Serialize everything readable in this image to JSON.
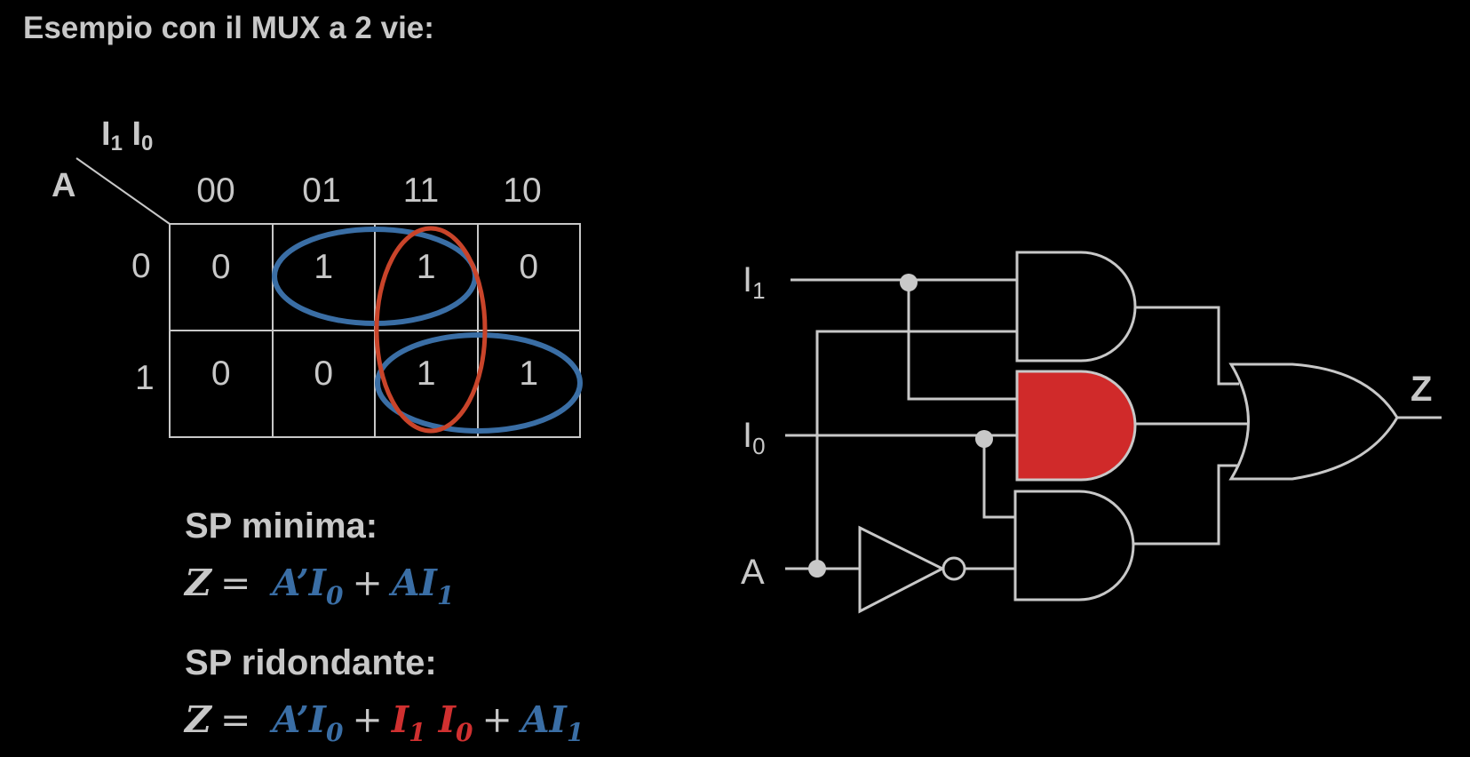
{
  "title": "Esempio con il MUX a 2 vie:",
  "kmap": {
    "col_var": {
      "a": "I",
      "a_sub": "1",
      "b": "I",
      "b_sub": "0"
    },
    "row_var": "A",
    "col_headers": [
      "00",
      "01",
      "11",
      "10"
    ],
    "row_headers": [
      "0",
      "1"
    ],
    "cells": [
      [
        "0",
        "1",
        "1",
        "0"
      ],
      [
        "0",
        "0",
        "1",
        "1"
      ]
    ],
    "groups": [
      {
        "name": "A'I0",
        "color": "#3a6ea5"
      },
      {
        "name": "AI1",
        "color": "#3a6ea5"
      },
      {
        "name": "I1I0",
        "color": "#c9442a"
      }
    ]
  },
  "equations": {
    "minimal_label": "SP minima:",
    "redundant_label": "SP ridondante:",
    "lhs": "Z",
    "eq_sign": "=",
    "plus": "+",
    "term1": "A’I",
    "term1_sub": "0",
    "term2": "AI",
    "term2_sub": "1",
    "term3a": "I",
    "term3a_sub": "1",
    "term3b": "I",
    "term3b_sub": "0"
  },
  "circuit": {
    "input_i1": {
      "name": "I",
      "sub": "1"
    },
    "input_i0": {
      "name": "I",
      "sub": "0"
    },
    "input_a": "A",
    "output": "Z",
    "highlight_color": "#d02a2a",
    "wire_color": "#c8c8c8"
  }
}
